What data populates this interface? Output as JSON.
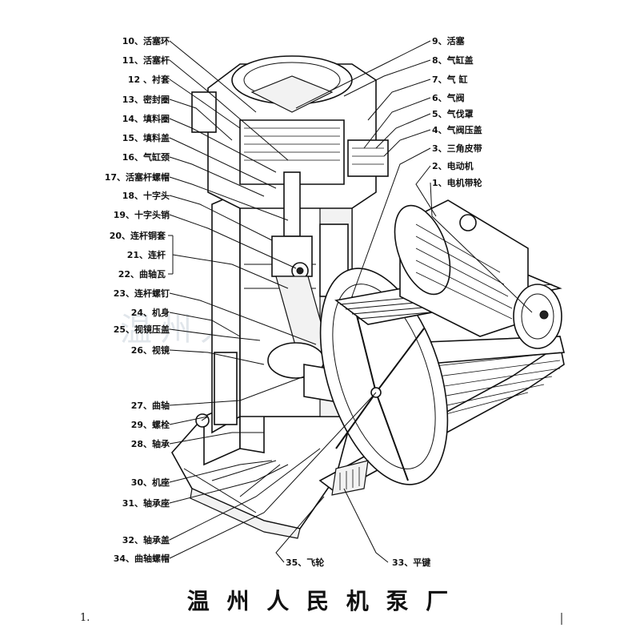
{
  "title": "温 州 人 民 机 泵 厂",
  "page_number": "1.",
  "watermark": "温州人民机泵厂",
  "labels_left": [
    "10、活塞环",
    "11、活塞杆",
    "12 、衬套",
    "13、密封圈",
    "14、填料圈",
    "15、填料盖",
    "16、气缸颈",
    "17、活塞杆螺帽",
    "18、十字头",
    "19、十字头销",
    "20、连杆铜套",
    "21、连杆",
    "22、曲轴瓦",
    "23、连杆螺钉",
    "24、机身",
    "25、视镜压盖",
    "26、视镜",
    "27、曲轴",
    "29、螺栓",
    "28、轴承",
    "30、机座",
    "31、轴承座",
    "32、轴承盖",
    "34、曲轴螺帽"
  ],
  "labels_right": [
    "9、活塞",
    "8、气缸盖",
    "7、气 缸",
    "6、气阀",
    "5、气伐罩",
    "4、气阀压盖",
    "3、三角皮带",
    "2、电动机",
    "1、电机带轮"
  ],
  "labels_bottom": [
    "35、飞轮",
    "33、平键"
  ]
}
